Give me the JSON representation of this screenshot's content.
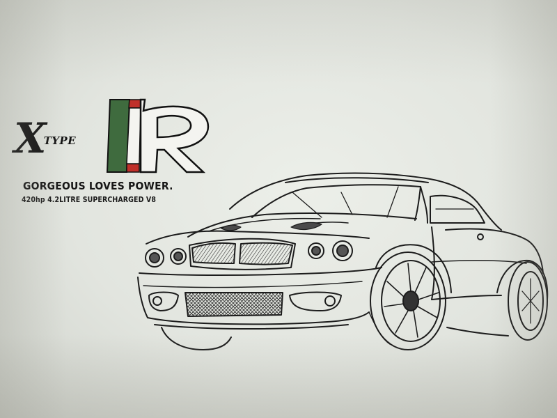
{
  "logo": {
    "x_letter": "X",
    "type_word": "TYPE",
    "r_letter": "R",
    "colors": {
      "green": "#3f6b3e",
      "red": "#c0302a",
      "ink": "#141414"
    }
  },
  "tagline": "GORGEOUS LOVES POWER.",
  "specs": "420hp 4.2LITRE SUPERCHARGED V8",
  "drawing": {
    "subject": "car-sketch",
    "paper_color": "#e6e9e3",
    "ink_color": "#1c1c1c"
  }
}
